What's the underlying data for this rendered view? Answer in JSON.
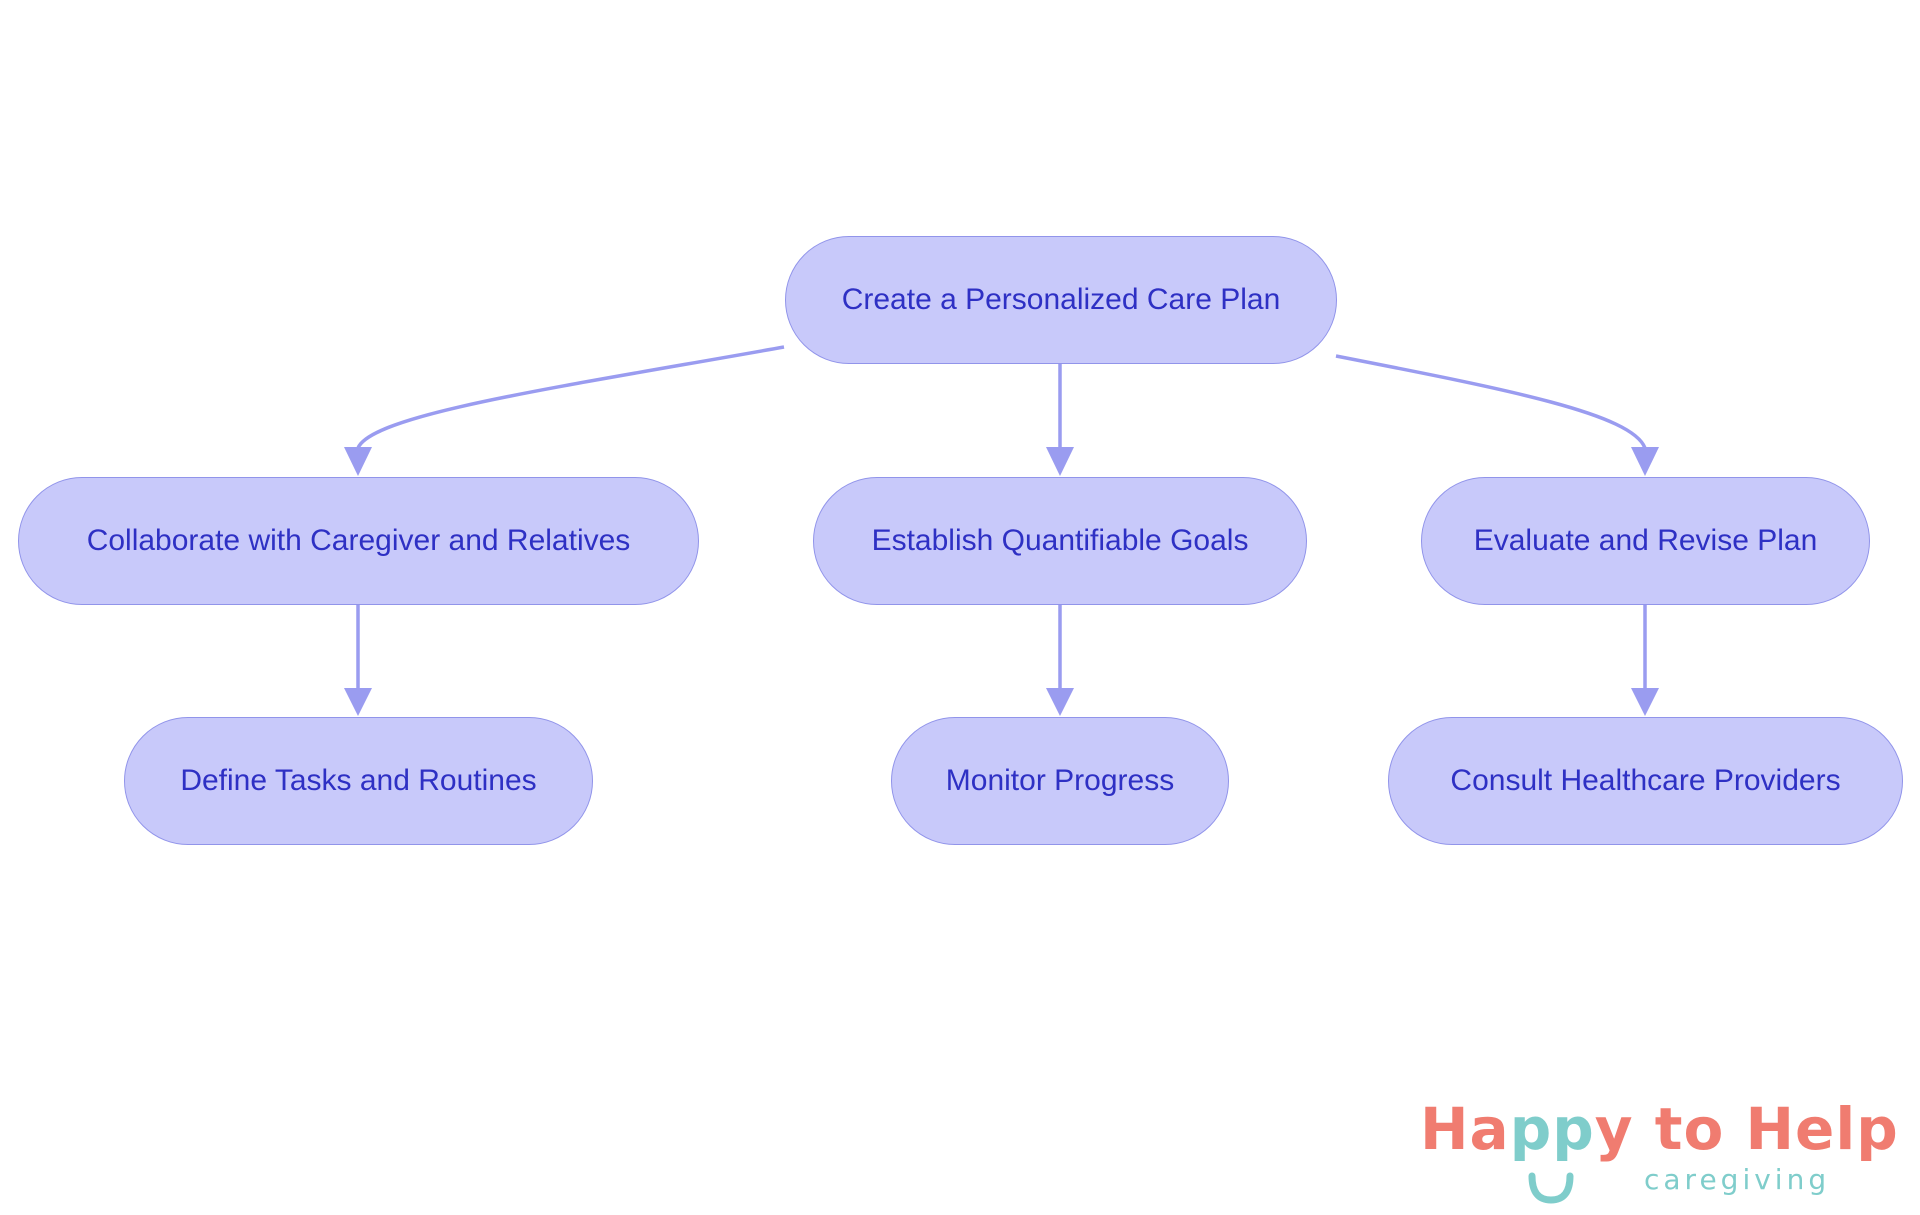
{
  "diagram": {
    "nodes": {
      "root": "Create a Personalized Care Plan",
      "collab": "Collaborate with Caregiver and Relatives",
      "goals": "Establish Quantifiable Goals",
      "evaluate": "Evaluate and Revise Plan",
      "tasks": "Define Tasks and Routines",
      "monitor": "Monitor Progress",
      "consult": "Consult Healthcare Providers"
    },
    "edges": [
      {
        "from": "root",
        "to": "collab"
      },
      {
        "from": "root",
        "to": "goals"
      },
      {
        "from": "root",
        "to": "evaluate"
      },
      {
        "from": "collab",
        "to": "tasks"
      },
      {
        "from": "goals",
        "to": "monitor"
      },
      {
        "from": "evaluate",
        "to": "consult"
      }
    ],
    "colors": {
      "node_fill": "#c8c9fa",
      "node_border": "#9194ea",
      "node_text": "#2e30c4",
      "edge": "#9a9cf0"
    }
  },
  "logo": {
    "word_happy_a": "Ha",
    "word_happy_b": "pp",
    "word_happy_c": "y to Help",
    "subtitle": "caregiving",
    "colors": {
      "coral": "#f07c70",
      "teal": "#7fcdcb"
    }
  }
}
